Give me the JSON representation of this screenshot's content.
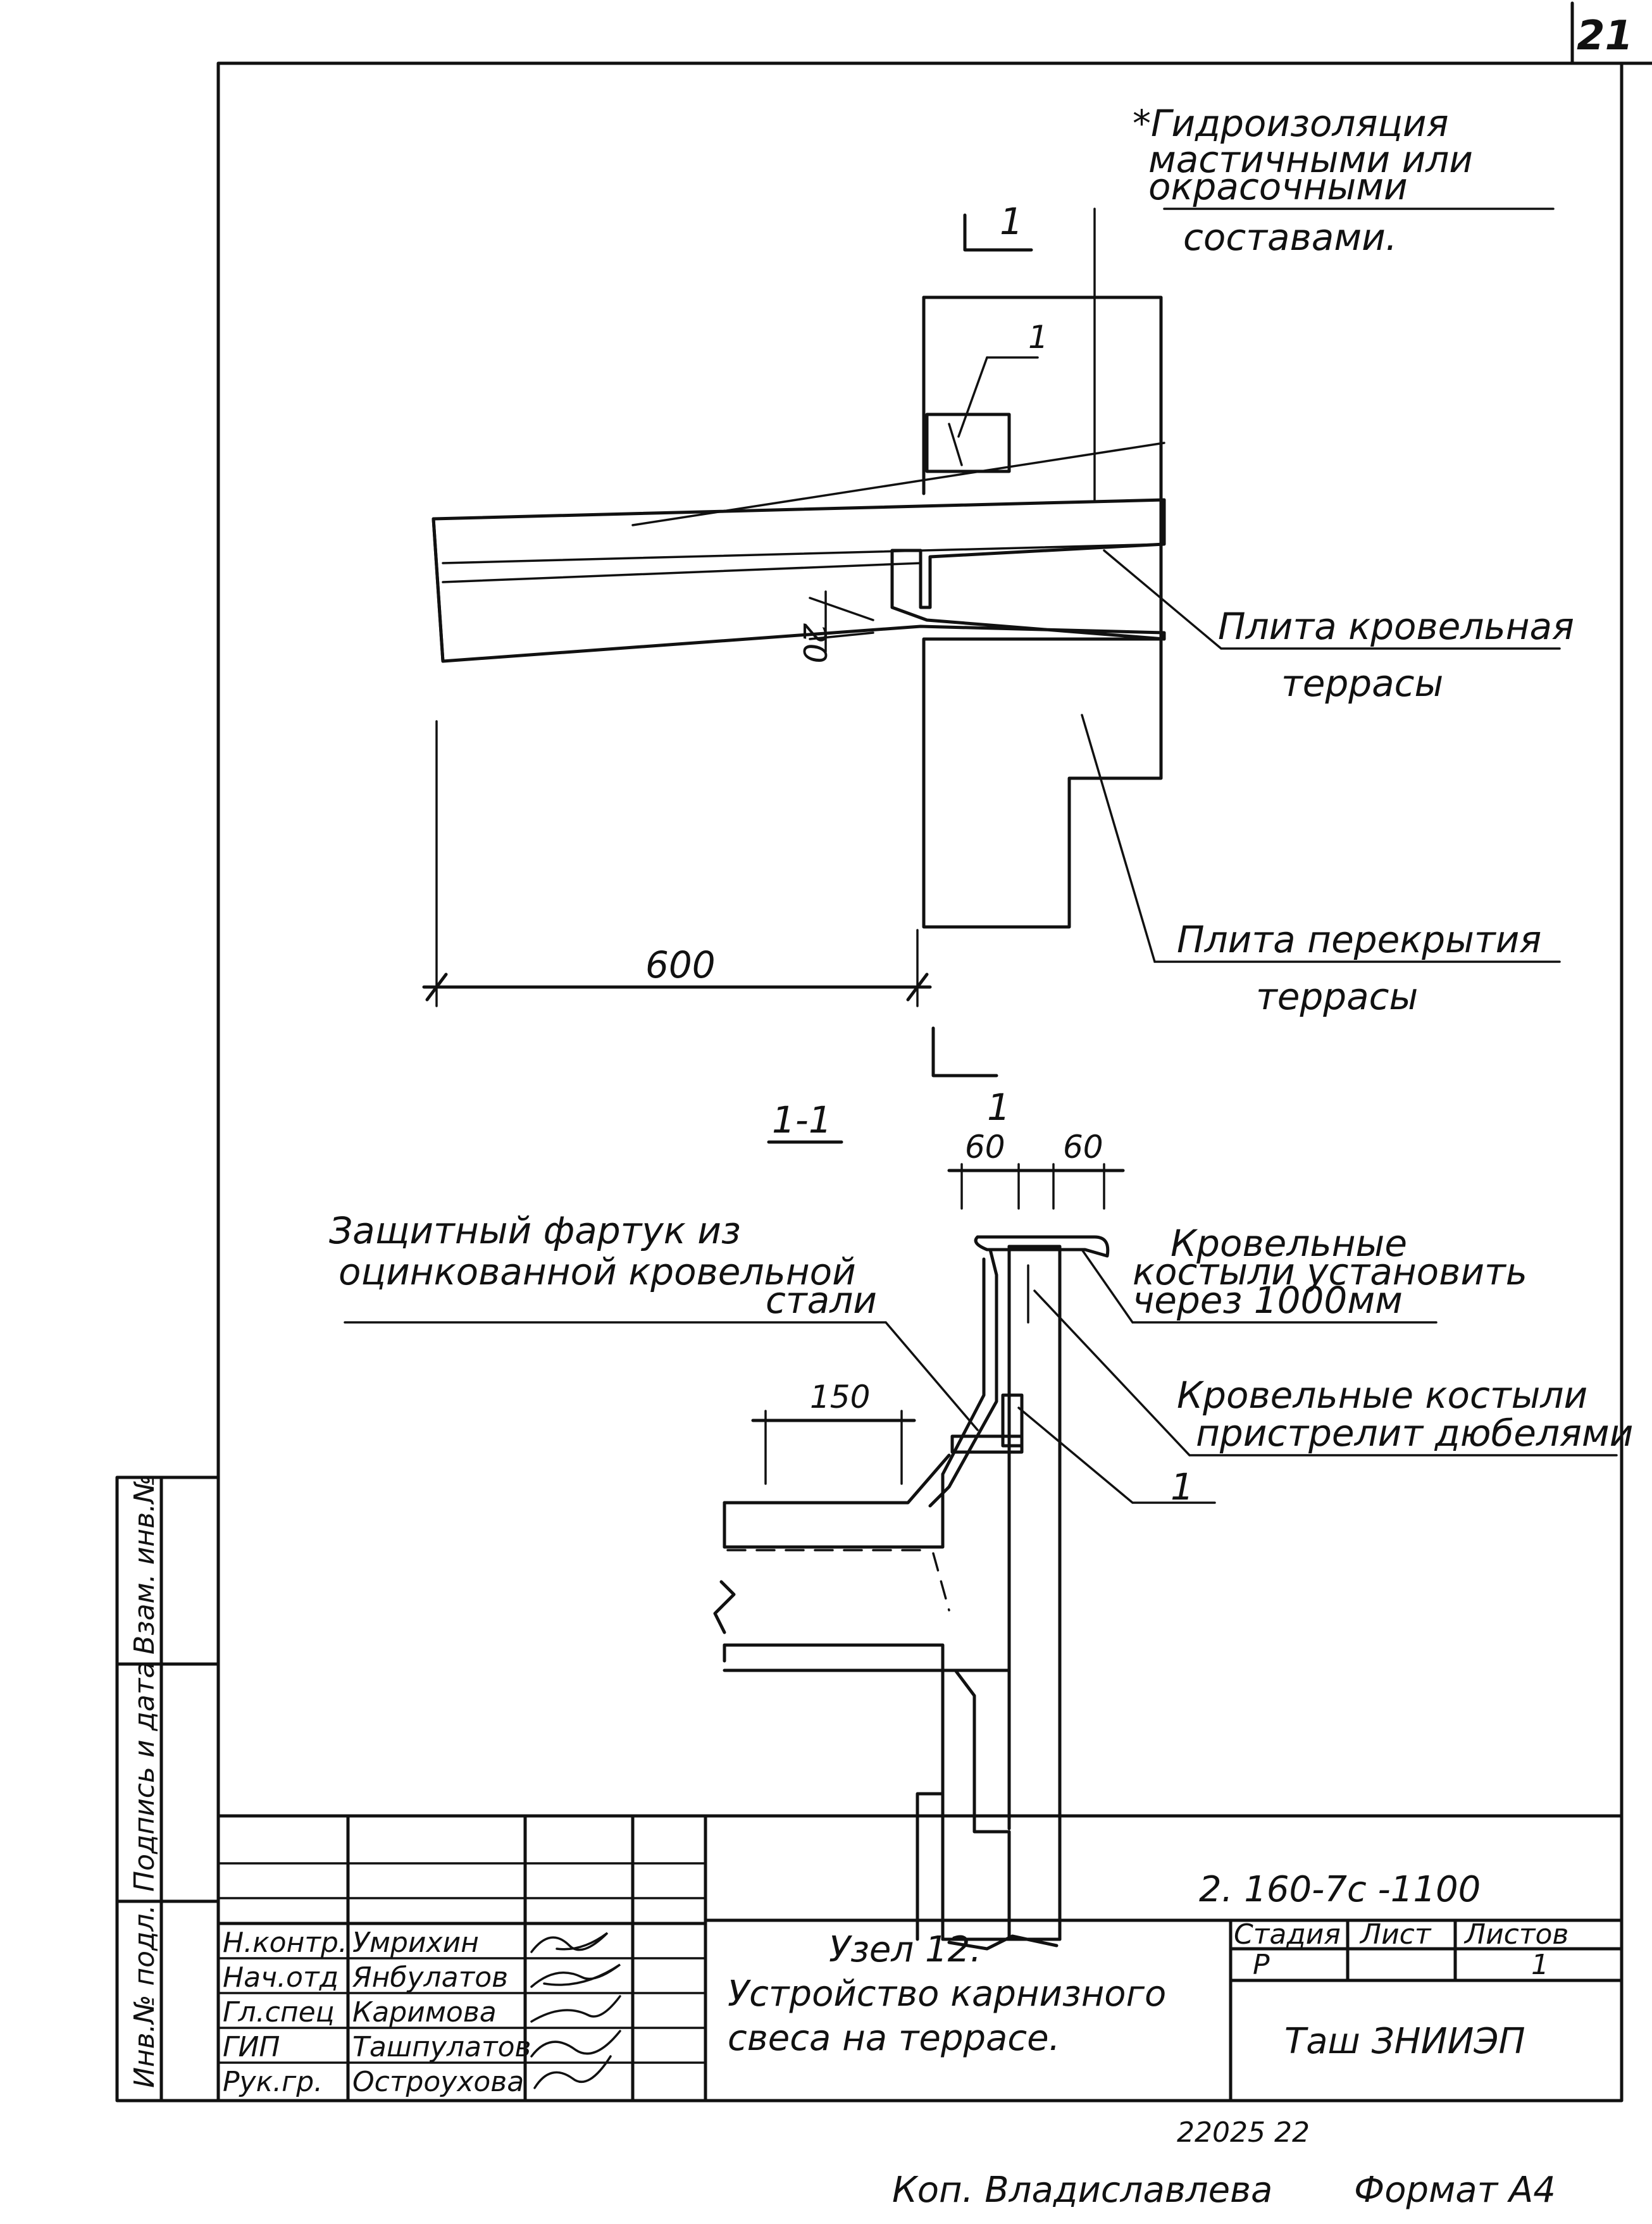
{
  "page_number": "21",
  "callouts": {
    "waterproofing": [
      "*Гидроизоляция",
      "мастичными или",
      "окрасочными",
      "составами."
    ],
    "roof_slab": [
      "Плита кровельная",
      "террасы"
    ],
    "floor_slab": [
      "Плита перекрытия",
      "террасы"
    ],
    "apron": [
      "Защитный фартук из",
      "оцинкованной кровельной",
      "стали"
    ],
    "crutches_install": [
      "Кровельные",
      "костыли установить",
      "через 1000мм"
    ],
    "crutches_fix": [
      "Кровельные костыли",
      "пристрелит дюбелями"
    ]
  },
  "markers": {
    "section_cut_top": "1",
    "section_cut_bottom": "1",
    "section_title": "1-1",
    "item_top": "1",
    "item_bottom": "1"
  },
  "dimensions": {
    "overhang": "600",
    "gap": "20",
    "flange_left": "60",
    "flange_right": "60",
    "apron_width": "150"
  },
  "side_stamp": [
    "Инв.№ подл.",
    "Подпись и дата",
    "Взам. инв.№"
  ],
  "title_block": {
    "designation": "2. 160-7с -1100",
    "roles": [
      "Н.контр.",
      "Нач.отд",
      "Гл.спец",
      "ГИП",
      "Рук.гр."
    ],
    "names": [
      "Умрихин",
      "Янбулатов",
      "Каримова",
      "Ташпулатов",
      "Остроухова"
    ],
    "title_lines": [
      "Узел 12.",
      "Устройство карнизного",
      "свеса на террасе."
    ],
    "stage_header": "Стадия",
    "sheet_header": "Лист",
    "sheets_header": "Листов",
    "stage_value": "Р",
    "sheet_value": "",
    "sheets_value": "1",
    "organization": "Таш ЗНИИЭП"
  },
  "footer": {
    "number": "22025  22",
    "copied_by": "Коп. Владиславлева",
    "format": "Формат А4"
  }
}
